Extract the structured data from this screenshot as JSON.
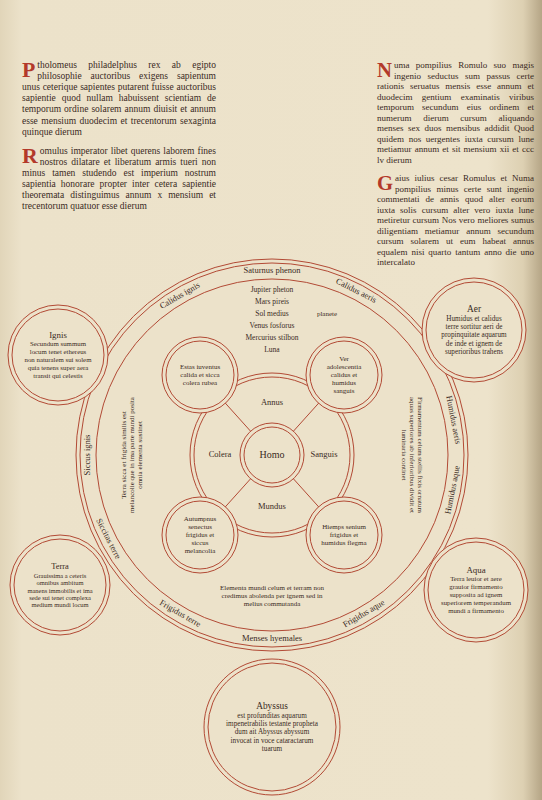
{
  "diagram": {
    "nodes": [
      {
        "text": [
          "Saturnus phenon",
          "Calidus aeris",
          "Humidus aeris",
          "Humidus aque",
          "Frigidus aque",
          "Menses hyemales",
          "Frigidus terre",
          "Siccitas terre",
          "Siccus ignis",
          "Calidus ignis",
          "Jupiter pheton",
          "Mars pireis",
          "Sol medius",
          "planete",
          "Venus fosforus",
          "Mercurius stilbon",
          "Luna",
          "Firmamentum celum stellis fixis ornatum aquas superiores ab inferioribus dividit et luminaria continet",
          "Terra sicca et frigida similis est melancolie que in ima parte mundi posita omnia elementa sustinet",
          "Elementa mundi celum et terram non credimus abolenda per ignem sed in melius commutanda"
        ]
      },
      {
        "text": [
          "Estas iuventus calida et sicca colera rubea"
        ],
        "in": 0
      },
      {
        "text": [
          "Ver adolescentia calidus et humidus sanguis"
        ],
        "in": 0
      },
      {
        "text": [
          "Annus",
          "Colera",
          "Sanguis",
          "Mundus"
        ],
        "in": 0
      },
      {
        "text": [
          "Homo"
        ],
        "in": 3
      },
      {
        "text": [
          "Autumpnus senectus frigidus et siccus melancolia"
        ],
        "in": 0
      },
      {
        "text": [
          "Hiemps senium frigidus et humidus flegma"
        ],
        "in": 0
      },
      {
        "text": [
          "Ignis",
          "Secundum summum locum tenet ethereus non naturalem sui solem quia tenens super aera transit qui celestis"
        ]
      },
      {
        "text": [
          "Aer",
          "Humidus et calidus terre sortitur aeri de propinquitate aquarum de inde et ignem de superioribus trahens"
        ]
      },
      {
        "text": [
          "Terra",
          "Grauissima a ceteris omnibus ambitum manens immobilis et ima sede sui tenet complexa medium mundi locum"
        ]
      },
      {
        "text": [
          "Aqua",
          "Terra leuior et aere grauior firmamento supposita ad ignem superiorem temperandum mundi a firmamento"
        ]
      },
      {
        "text": [
          "Abyssus",
          "est profunditas aquarum impenetrabilis testante propheta dum ait Abyssus abyssum invocat in voce cataractarum tuarum"
        ]
      }
    ],
    "labels": [
      "Ptholomeus philadelphus rex ab egipto philosophie auctoribus exigens sapientum unus ceterique sapientes putarent fuisse auctoribus sapientie quod nullam habuissent scientiam de temporum ordine solarem annum diuisit et annum esse mensium duodecim et trecentorum sexaginta quinque dierum",
      "Romulus imperator libet querens laborem fines nostros dilatare et liberatum armis tueri non minus tamen studendo est imperium nostrum sapientia honorare propter inter cetera sapientie theoremata distinguimus annum x mensium et trecentorum quatuor esse dierum",
      "Numa pompilius Romulo suo magis ingenio seductus sum passus certe rationis seruatus mensis esse annum et duodecim gentium examinatis viribus temporum secundum eius ordinem et numerum dierum cursum aliquando menses sex duos mensibus addidit Quod quidem nos uergentes iuxta cursum lune metiamur annum et sit mensium xii et ccc lv dierum",
      "Gaius iulius cesar Romulus et Numa pompilius minus certe sunt ingenio commentati de annis quod alter eorum iuxta solis cursum alter vero iuxta lune metiretur cursum Nos vero meliores sumus diligentiam metiamur annum secundum cursum solarem ut eum habeat annus equalem nisi quarto tantum anno die uno intercalato"
    ]
  }
}
